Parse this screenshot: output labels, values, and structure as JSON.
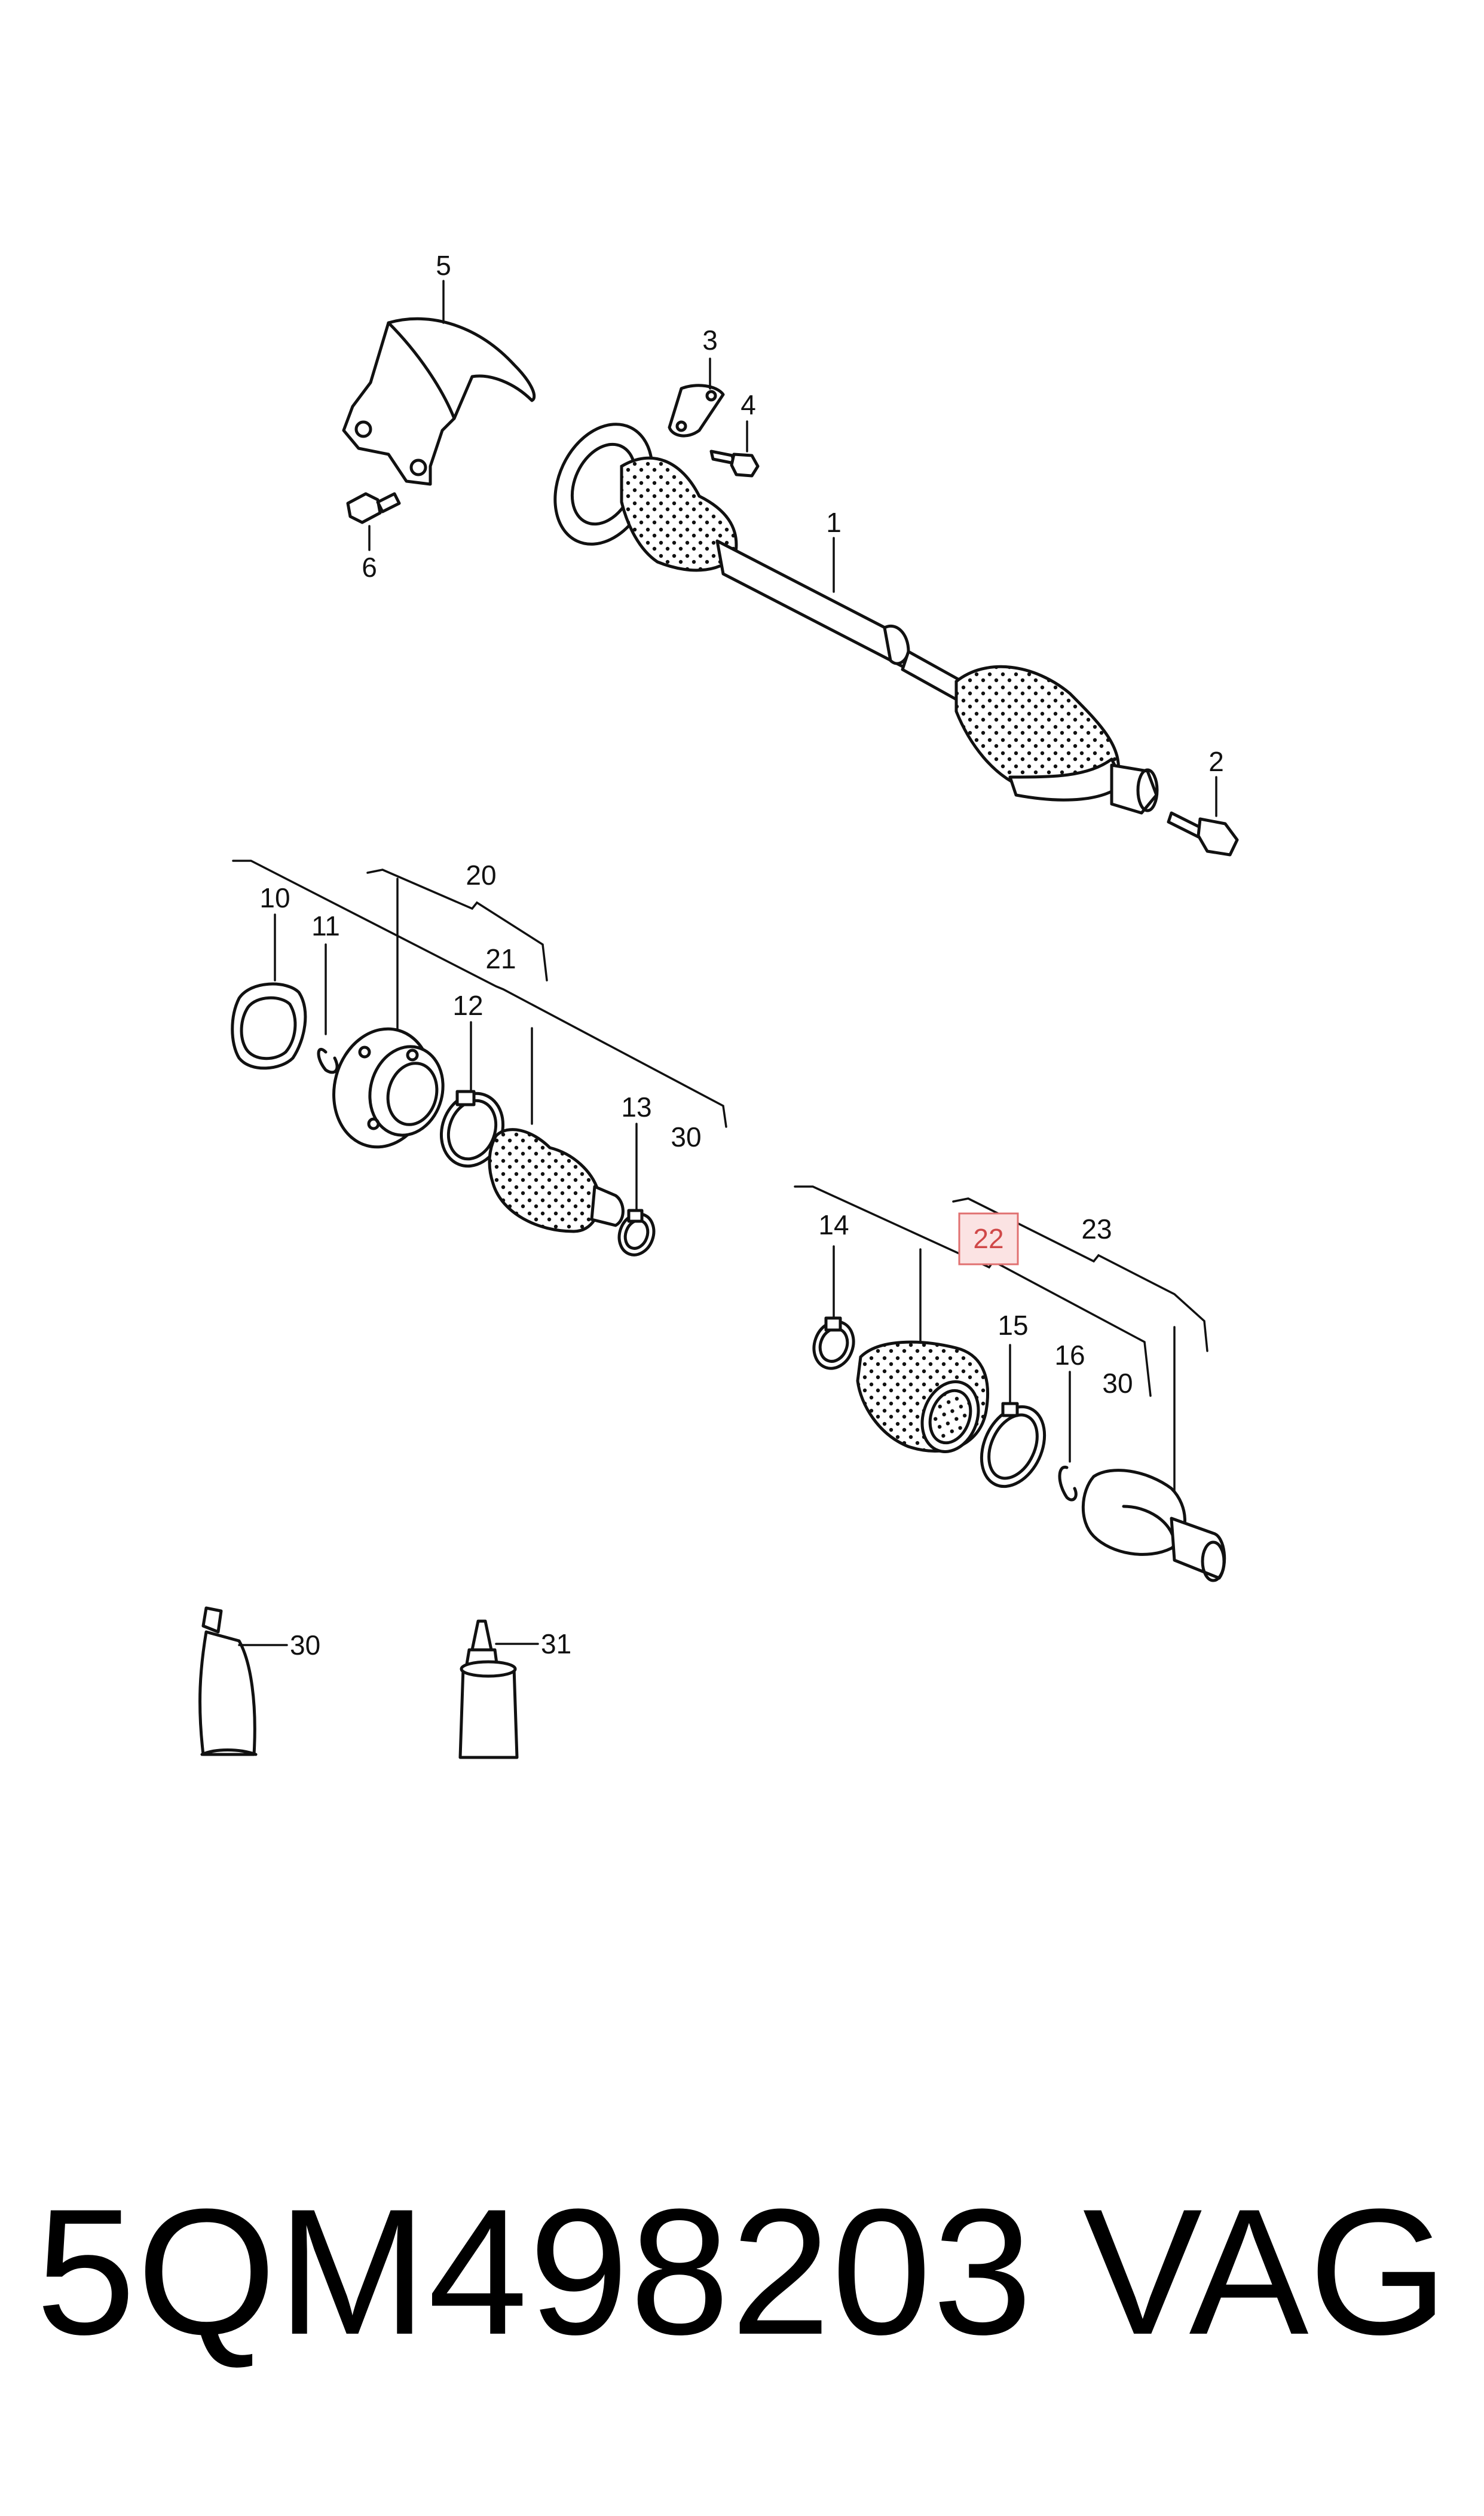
{
  "callouts": {
    "c1": "1",
    "c2": "2",
    "c3": "3",
    "c4": "4",
    "c5": "5",
    "c6": "6",
    "c10": "10",
    "c11": "11",
    "c12": "12",
    "c13": "13",
    "c14": "14",
    "c15": "15",
    "c16": "16",
    "c20": "20",
    "c21": "21",
    "c22": "22",
    "c23": "23",
    "c30a": "30",
    "c30b": "30",
    "c30c": "30",
    "c31": "31"
  },
  "highlighted_callout": "22",
  "highlight_color": "#d04848",
  "footer": {
    "part_number": "5QM498203",
    "brand": "VAG"
  }
}
